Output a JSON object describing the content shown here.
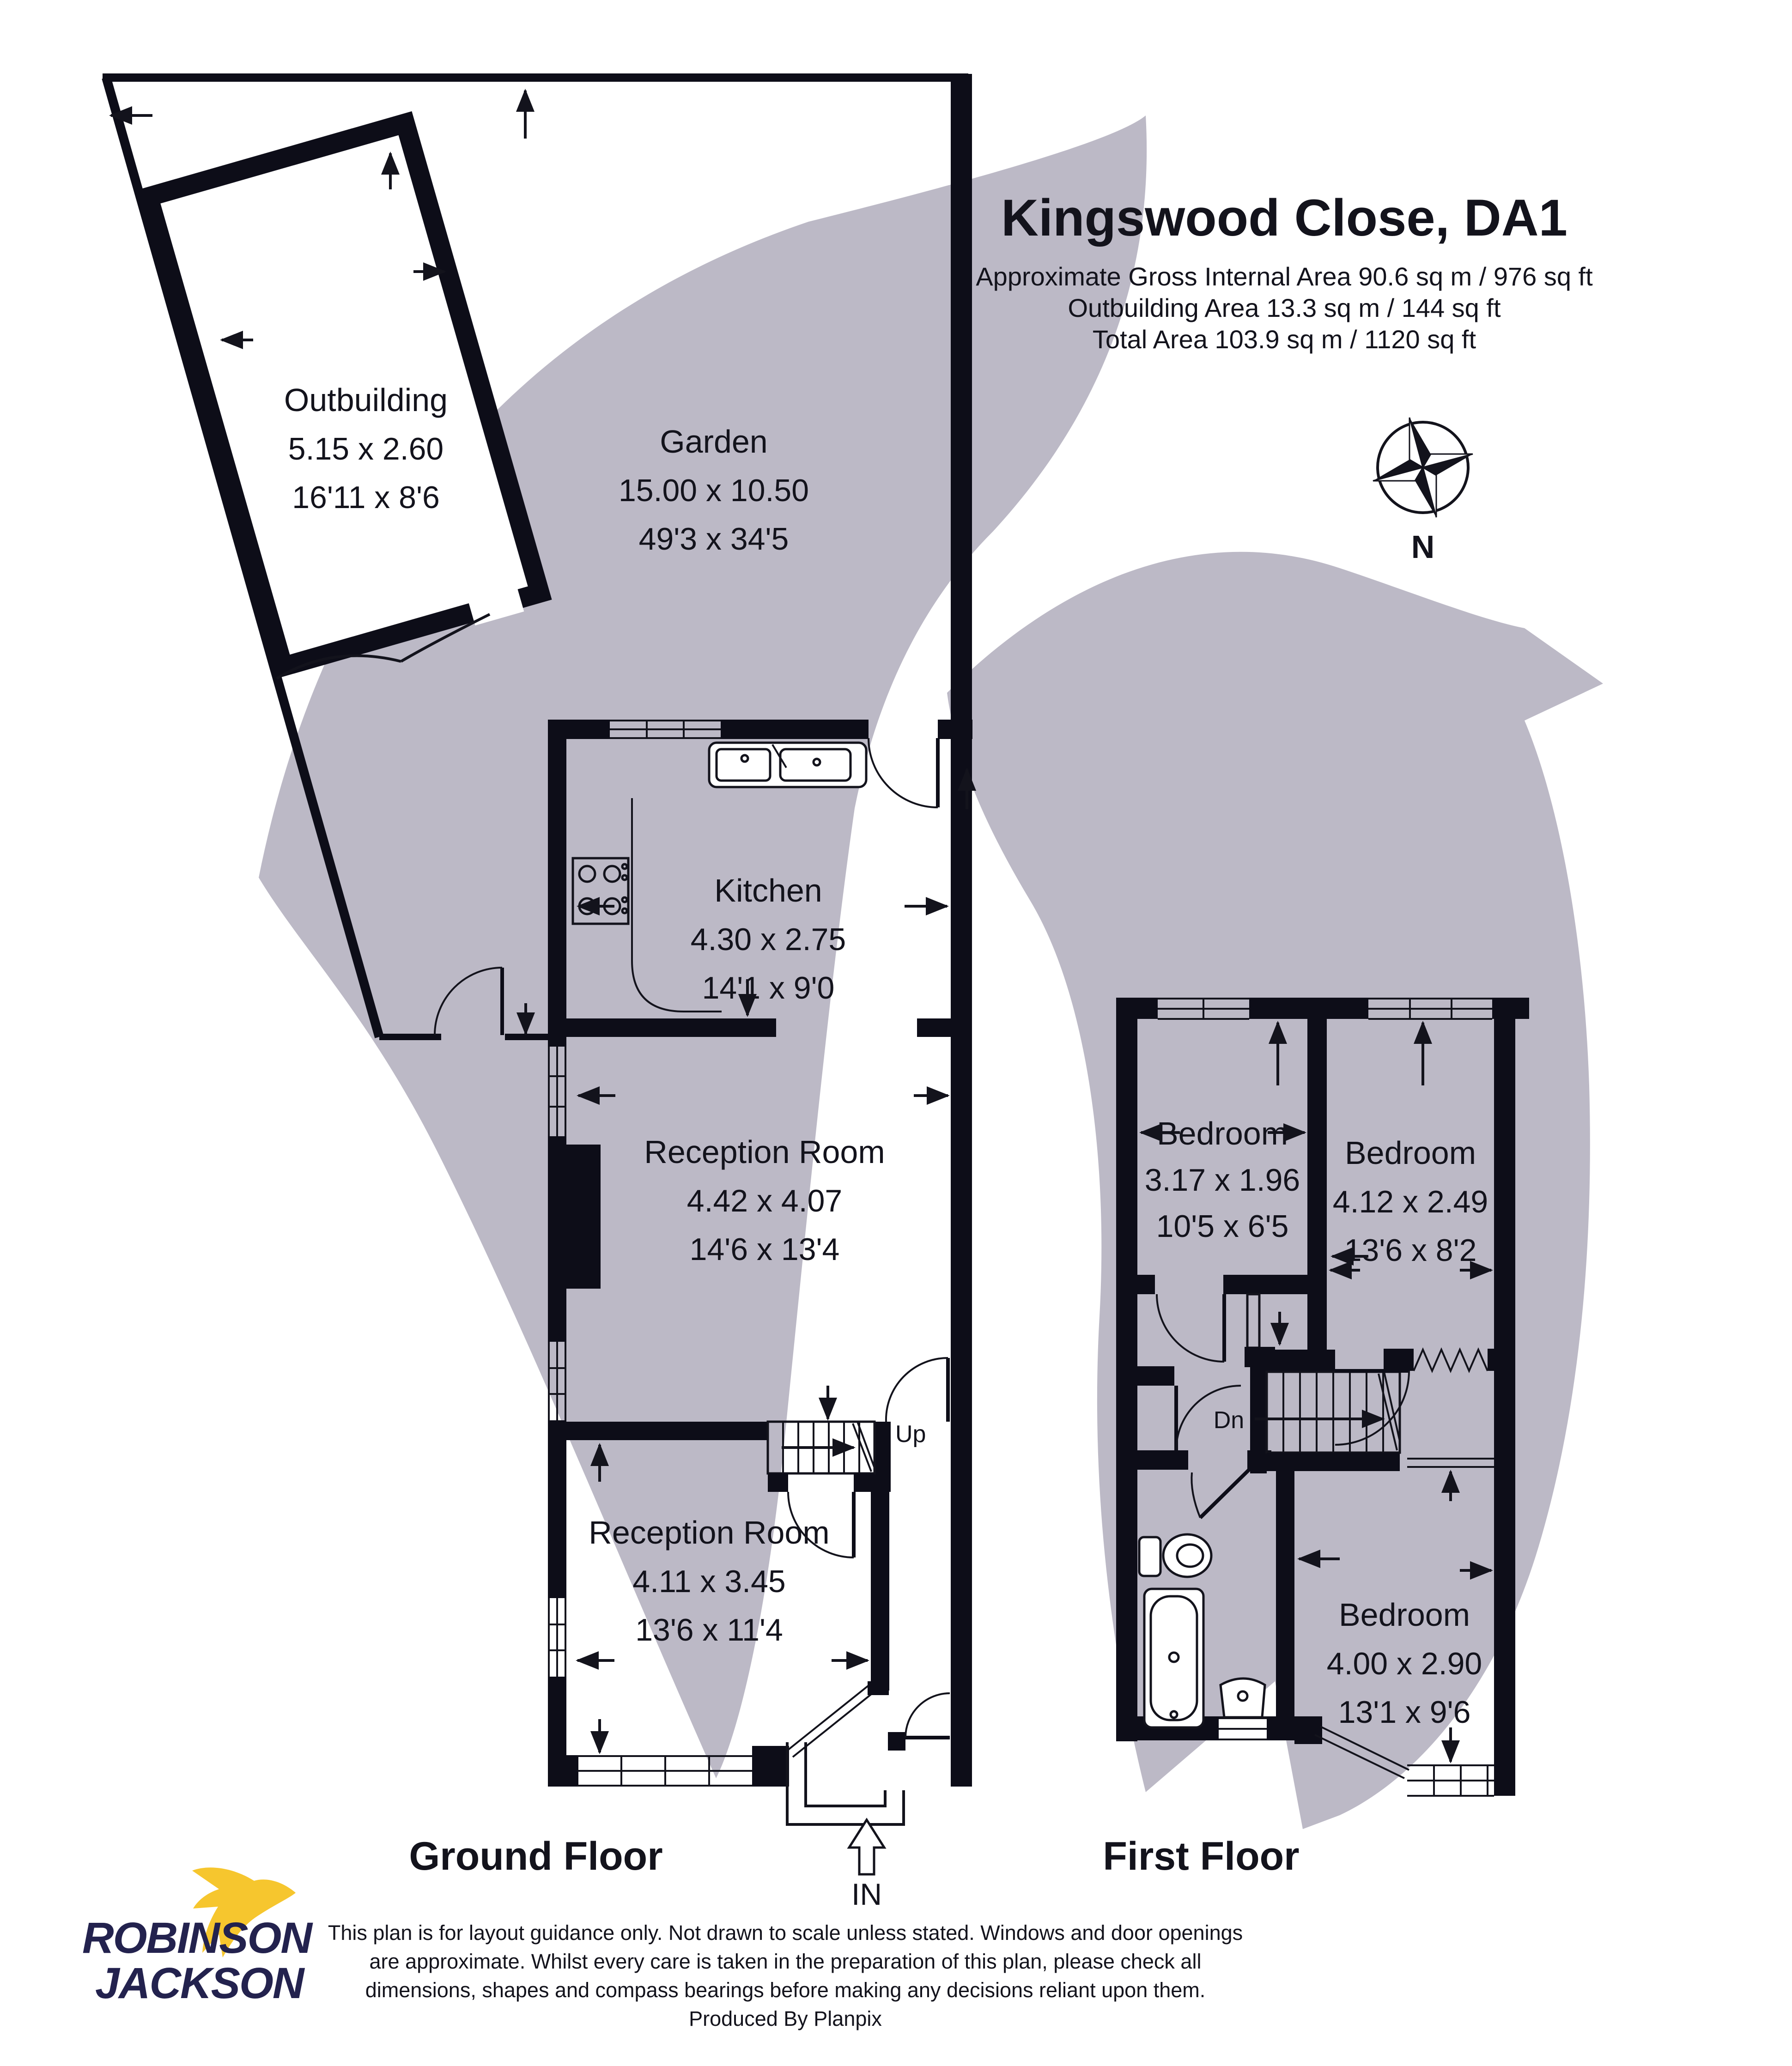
{
  "header": {
    "title": "Kingswood Close, DA1",
    "area_line1": "Approximate Gross Internal Area 90.6 sq m / 976 sq ft",
    "area_line2": "Outbuilding Area 13.3 sq m / 144 sq ft",
    "area_line3": "Total Area 103.9 sq m / 1120 sq ft"
  },
  "compass": {
    "north_label": "N"
  },
  "plan": {
    "garden": {
      "name": "Garden",
      "metric": "15.00 x 10.50",
      "imperial": "49'3 x 34'5"
    },
    "outbuilding": {
      "name": "Outbuilding",
      "metric": "5.15 x 2.60",
      "imperial": "16'11 x 8'6"
    },
    "kitchen": {
      "name": "Kitchen",
      "metric": "4.30 x 2.75",
      "imperial": "14'1 x 9'0"
    },
    "reception1": {
      "name": "Reception Room",
      "metric": "4.42 x 4.07",
      "imperial": "14'6 x 13'4"
    },
    "reception2": {
      "name": "Reception Room",
      "metric": "4.11 x 3.45",
      "imperial": "13'6 x 11'4"
    },
    "bedroom1": {
      "name": "Bedroom",
      "metric": "3.17 x 1.96",
      "imperial": "10'5 x 6'5"
    },
    "bedroom2": {
      "name": "Bedroom",
      "metric": "4.12 x 2.49",
      "imperial": "13'6 x 8'2"
    },
    "bedroom3": {
      "name": "Bedroom",
      "metric": "4.00 x 2.90",
      "imperial": "13'1 x 9'6"
    },
    "stairs_up": "Up",
    "stairs_down": "Dn",
    "entrance": "IN",
    "ground_floor_label": "Ground Floor",
    "first_floor_label": "First Floor"
  },
  "footer": {
    "disclaimer_line1": "This plan is for layout guidance only. Not drawn to scale unless stated. Windows and door openings",
    "disclaimer_line2": "are approximate. Whilst every care is taken in the preparation of this plan, please check all",
    "disclaimer_line3": "dimensions, shapes and compass bearings before making any decisions reliant upon them.",
    "disclaimer_line4": "Produced By Planpix"
  },
  "logo": {
    "line1": "ROBINSON",
    "line2": "JACKSON"
  },
  "colors": {
    "wall": "#0d0d18",
    "watermark": "#bcb9c6",
    "logo_navy": "#23224e",
    "logo_yellow": "#f6c62e",
    "background": "#ffffff"
  }
}
